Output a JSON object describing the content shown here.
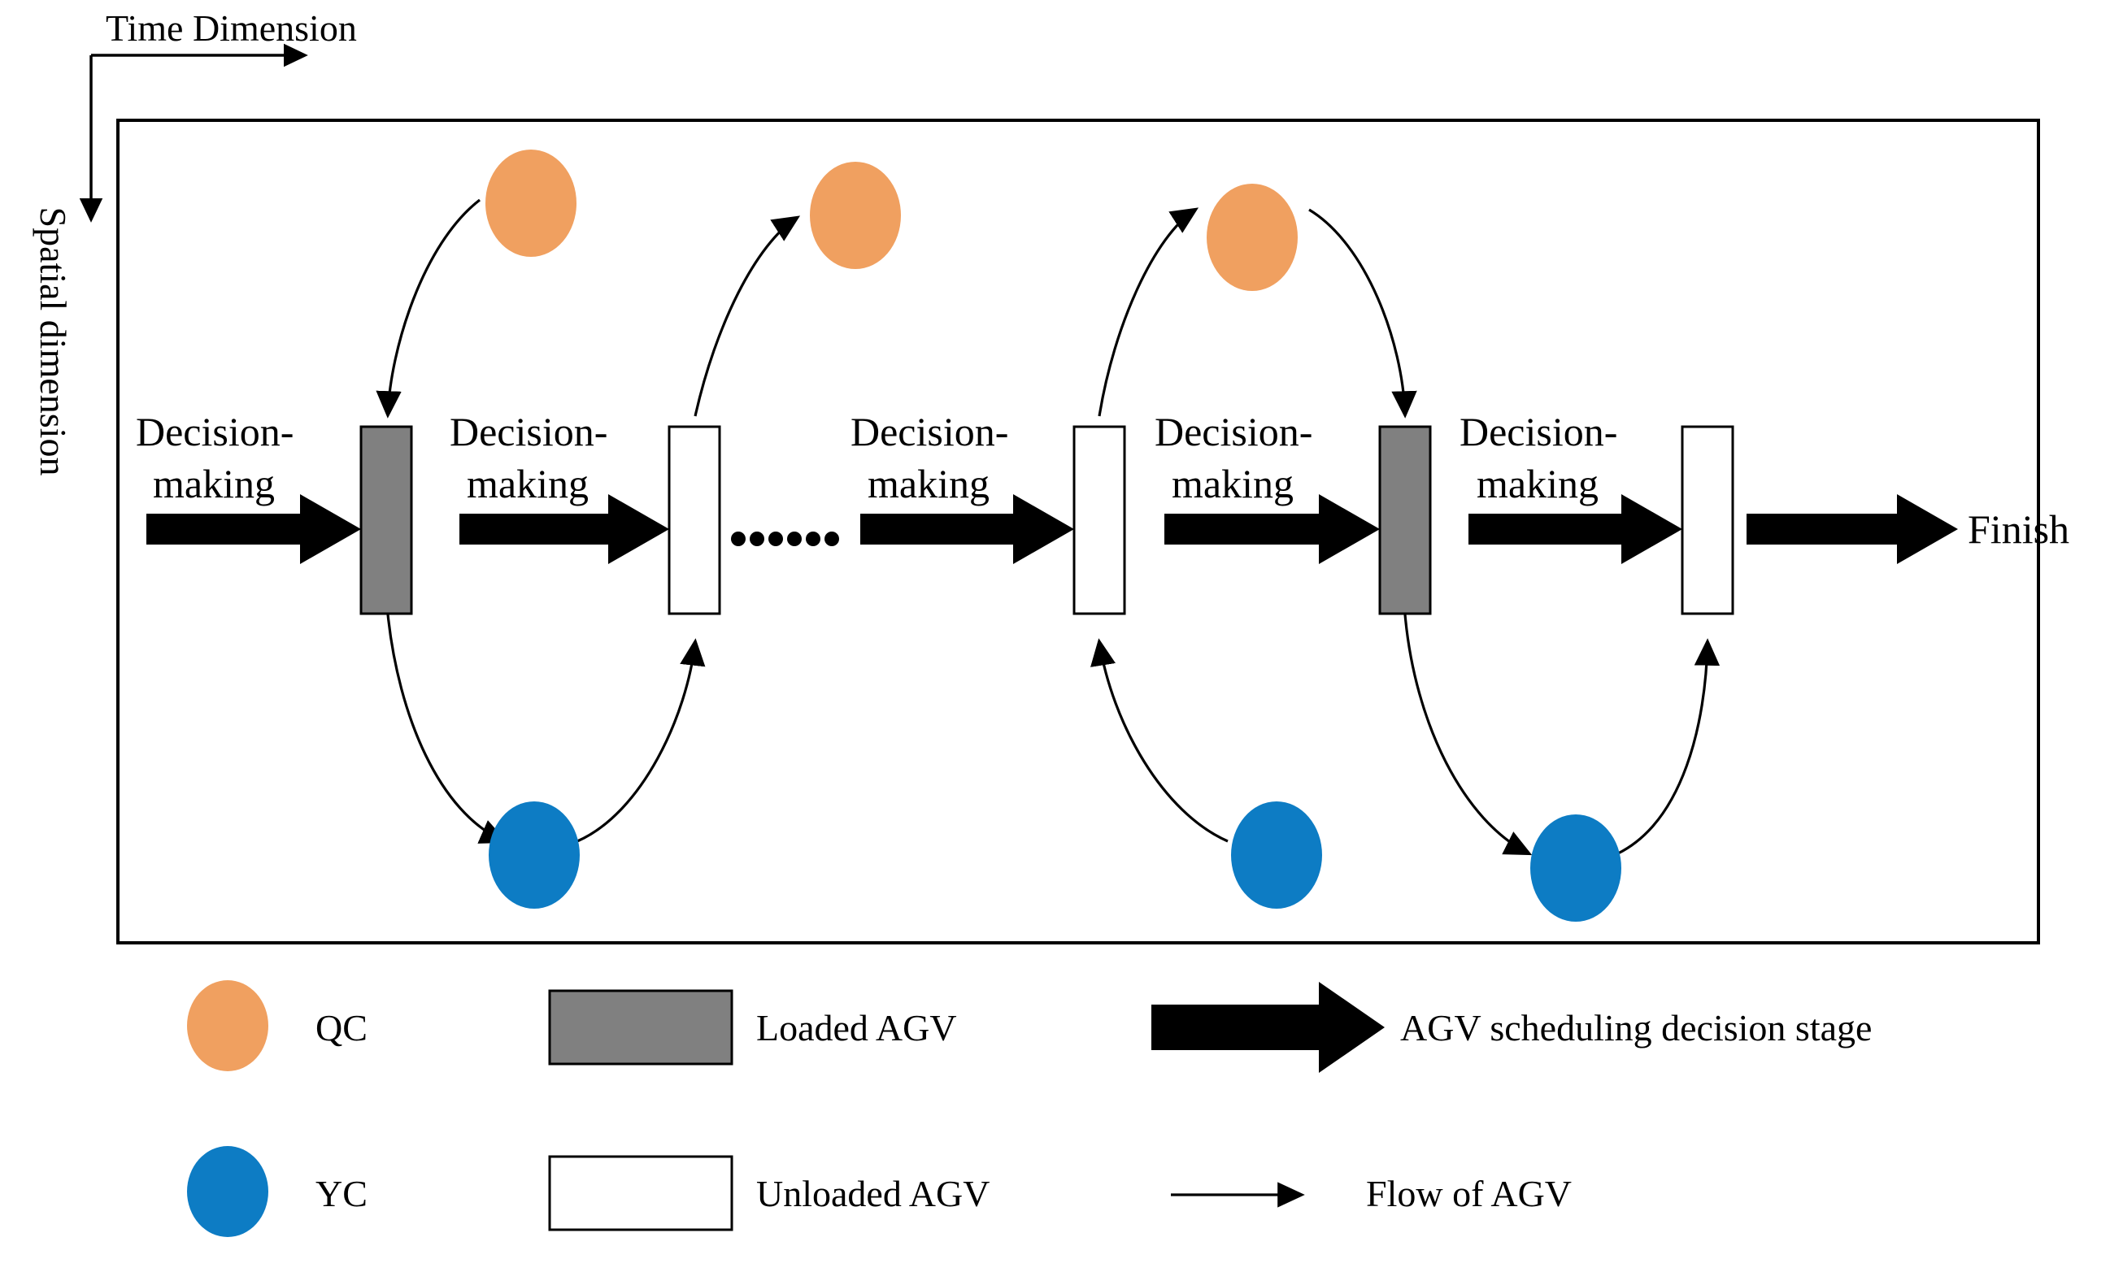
{
  "axes": {
    "time_label": "Time Dimension",
    "spatial_label": "Spatial dimension"
  },
  "diagram": {
    "stage_label": "Decision-\nmaking",
    "stage_label_line1": "Decision-",
    "stage_label_line2": "making",
    "finish_label": "Finish",
    "ellipsis": "• • • • • •",
    "stages": [
      {
        "label_line1": "Decision-",
        "label_line2": "making"
      },
      {
        "label_line1": "Decision-",
        "label_line2": "making"
      },
      {
        "label_line1": "Decision-",
        "label_line2": "making"
      },
      {
        "label_line1": "Decision-",
        "label_line2": "making"
      },
      {
        "label_line1": "Decision-",
        "label_line2": "making"
      }
    ],
    "agvs": [
      {
        "type": "loaded"
      },
      {
        "type": "unloaded"
      },
      {
        "type": "unloaded"
      },
      {
        "type": "loaded"
      },
      {
        "type": "unloaded"
      }
    ],
    "qc_nodes": 3,
    "yc_nodes": 3
  },
  "legend": {
    "items": [
      {
        "symbol": "circle",
        "color": "#F0A060",
        "label": "QC"
      },
      {
        "symbol": "rect-filled",
        "color": "#808080",
        "label": "Loaded AGV"
      },
      {
        "symbol": "block-arrow",
        "color": "#000000",
        "label": "AGV scheduling decision stage"
      },
      {
        "symbol": "circle",
        "color": "#0D7CC4",
        "label": "YC"
      },
      {
        "symbol": "rect-open",
        "color": "#FFFFFF",
        "label": "Unloaded AGV"
      },
      {
        "symbol": "thin-arrow",
        "color": "#000000",
        "label": "Flow of AGV"
      }
    ]
  },
  "colors": {
    "qc": "#F0A060",
    "yc": "#0D7CC4",
    "loaded_agv": "#808080",
    "unloaded_agv": "#FFFFFF",
    "stroke": "#000000"
  }
}
